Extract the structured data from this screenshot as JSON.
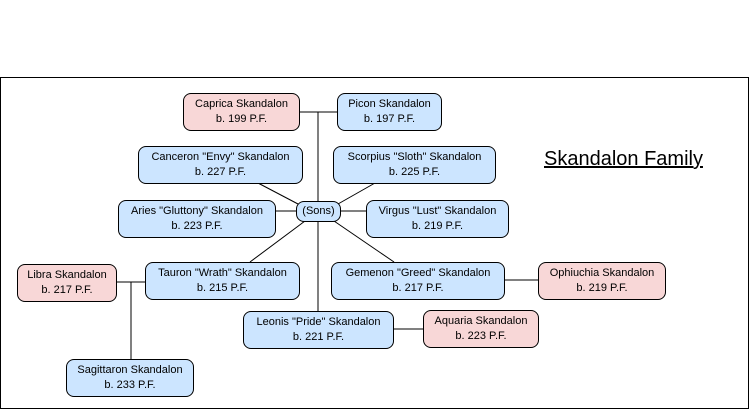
{
  "title": "Skandalon Family",
  "hub": "(Sons)",
  "nodes": {
    "caprica": {
      "name": "Caprica Skandalon",
      "born": "b. 199 P.F."
    },
    "picon": {
      "name": "Picon Skandalon",
      "born": "b. 197 P.F."
    },
    "canceron": {
      "name": "Canceron \"Envy\" Skandalon",
      "born": "b. 227 P.F."
    },
    "scorpius": {
      "name": "Scorpius \"Sloth\" Skandalon",
      "born": "b. 225 P.F."
    },
    "aries": {
      "name": "Aries \"Gluttony\" Skandalon",
      "born": "b. 223 P.F."
    },
    "virgus": {
      "name": "Virgus \"Lust\" Skandalon",
      "born": "b. 219 P.F."
    },
    "libra": {
      "name": "Libra Skandalon",
      "born": "b. 217 P.F."
    },
    "tauron": {
      "name": "Tauron \"Wrath\" Skandalon",
      "born": "b. 215 P.F."
    },
    "gemenon": {
      "name": "Gemenon \"Greed\" Skandalon",
      "born": "b. 217 P.F."
    },
    "ophiuchia": {
      "name": "Ophiuchia Skandalon",
      "born": "b. 219 P.F."
    },
    "leonis": {
      "name": "Leonis \"Pride\" Skandalon",
      "born": "b. 221 P.F."
    },
    "aquaria": {
      "name": "Aquaria Skandalon",
      "born": "b. 223 P.F."
    },
    "sagittaron": {
      "name": "Sagittaron Skandalon",
      "born": "b. 233 P.F."
    }
  },
  "colors": {
    "son": "#cce5ff",
    "spouse": "#f8d7d7",
    "line": "#000000"
  }
}
